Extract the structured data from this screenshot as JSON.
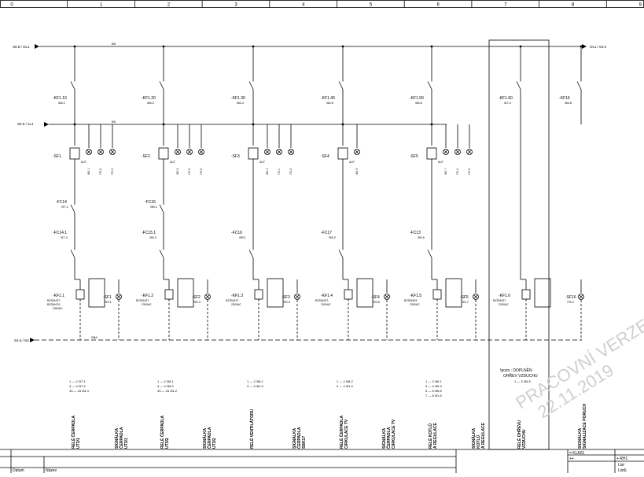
{
  "colors": {
    "line": "#000000",
    "paper": "#ffffff",
    "watermark": "#cfcfcf"
  },
  "grid": {
    "columns": [
      "0",
      "1",
      "2",
      "3",
      "4",
      "5",
      "6",
      "7",
      "8",
      "9"
    ]
  },
  "rails": {
    "ol1_in": "S5.9 / OL1",
    "ol1_out": "OL1 / 64.0",
    "l1_in": "S5.9 / 1L1",
    "n2_in": "S4.6 / N2",
    "bk1_tag": "BK",
    "bk2_tag": "BK",
    "bk3_tag": "SB/L"
  },
  "kf_contacts": [
    {
      "tag": "-KF1.10",
      "ref": "/66.1"
    },
    {
      "tag": "-KF1.20",
      "ref": "/66.2"
    },
    {
      "tag": "-KF1.30",
      "ref": "/66.4"
    },
    {
      "tag": "-KF1.40",
      "ref": "/66.5"
    },
    {
      "tag": "-KF1.50",
      "ref": "/66.6"
    },
    {
      "tag": "-KF1.60",
      "ref": "/67.4"
    },
    {
      "tag": "-KF16",
      "ref": "/66.8"
    }
  ],
  "sf_switches": [
    {
      "tag": "-SF1",
      "pos": "AUT",
      "lamps": [
        "/K5.1",
        "/T3.2",
        "/T3.3"
      ]
    },
    {
      "tag": "-SF2",
      "pos": "AUT",
      "lamps": [
        "/K5.2",
        "/T3.5",
        "/T3.6"
      ]
    },
    {
      "tag": "-SF3",
      "pos": "AUT",
      "lamps": [
        "/K5.4",
        "/T4.1",
        "/T4.2"
      ]
    },
    {
      "tag": "-SF4",
      "pos": "AUT",
      "lamps": [
        "/K5.5"
      ]
    },
    {
      "tag": "-SF5",
      "pos": "AUT",
      "lamps": [
        "/K5.7",
        "/T4.4",
        "/T4.5"
      ]
    }
  ],
  "fc_upper": [
    {
      "tag": "-FC14",
      "ref": "/57.1"
    },
    {
      "tag": "-FC15",
      "ref": "/58.1"
    }
  ],
  "fc_lower": [
    {
      "tag": "-FC14.1",
      "ref": "/57.4"
    },
    {
      "tag": "-FC15.1",
      "ref": "/58.4"
    },
    {
      "tag": "-FC16",
      "ref": "/58.1"
    },
    {
      "tag": "-FC17",
      "ref": "/58.2"
    },
    {
      "tag": "-FC13",
      "ref": "/56.6"
    }
  ],
  "relays": [
    {
      "tag": "-KF1.1",
      "model": "BZ326437-",
      "model2": "BZ326470-",
      "volt": "230VAC"
    },
    {
      "tag": "-KF1.2",
      "model": "BZ326437-",
      "model2": "",
      "volt": "230VAC"
    },
    {
      "tag": "-KF1.3",
      "model": "BZ326437-",
      "model2": "",
      "volt": "230VAC"
    },
    {
      "tag": "-KF1.4",
      "model": "BZ326437-",
      "model2": "",
      "volt": "230VAC"
    },
    {
      "tag": "-KF1.5",
      "model": "BZ326463-",
      "model2": "",
      "volt": "230VAC"
    },
    {
      "tag": "-KF1.6",
      "model": "BZ326437-",
      "model2": "",
      "volt": "230VAC"
    }
  ],
  "signal_lamps": [
    {
      "tag": "-SF1",
      "ref": "/99.1"
    },
    {
      "tag": "-SF2",
      "ref": "/99.3"
    },
    {
      "tag": "-SF3",
      "ref": "/99.4"
    },
    {
      "tag": "-SF4",
      "ref": "/99.5"
    },
    {
      "tag": "-SF5",
      "ref": "/99.7"
    },
    {
      "tag": "-SF16",
      "ref": "/76.2"
    }
  ],
  "contact_tables": [
    [
      "1 — 2  /57.1",
      "3 — 4  /57.4",
      "43 — 44  /81.1"
    ],
    [
      "1 — 2  /58.1",
      "3 — 4  /58.4",
      "43 — 44  /81.2"
    ],
    [
      "1 — 2  /58.1",
      "3 — 4  /81.3"
    ],
    [
      "1 — 2  /58.2",
      "3 — 4  /81.4"
    ],
    [
      "1 — 2  /56.1",
      "3 — 4  /56.3",
      "5 — 6  /56.6",
      "7 — 8  /81.5"
    ],
    [
      "1 — 2  /56.5"
    ]
  ],
  "note": {
    "line1": "!pozn.: DOPLNĚN",
    "line2": "OHŘEV VZDUCHU"
  },
  "descriptions": [
    [
      "RELÉ ČERPADLA",
      "UT3/1"
    ],
    [
      "SIGNÁLKA",
      "ČERPADLA",
      "UT3/1"
    ],
    [
      "RELÉ ČERPADLA",
      "UT3/2"
    ],
    [
      "SIGNÁLKA",
      "ČERPADLA",
      "UT3/2"
    ],
    [
      "RELÉ VENTILÁTORU"
    ],
    [
      "SIGNÁLKA",
      "ČERPADLA",
      "SBK17"
    ],
    [
      "RELÉ ČERPADLA",
      "CIRKULACE TV"
    ],
    [
      "SIGNÁLKA",
      "ČERPADLA",
      "CIRKULACE TV"
    ],
    [
      "RELÉ KOTLŮ",
      "A REGULACE"
    ],
    [
      "SIGNÁLKA",
      "KOTLŮ",
      "A REGULACE"
    ],
    [
      "RELÉ OHŘEVU",
      "VZDUCHU"
    ],
    [
      "SIGNÁLKA",
      "SIGNALIZACE PORUCH"
    ]
  ],
  "title_block": {
    "datum": "Datum",
    "nazev": "Název",
    "drawing": "= KLA01",
    "loc_left": "++",
    "loc_right": "+ RH1",
    "list": "List",
    "list_total": "Listů"
  },
  "watermark": {
    "line1": "PRACOVNÍ VERZE",
    "line2": "22.11.2019"
  }
}
